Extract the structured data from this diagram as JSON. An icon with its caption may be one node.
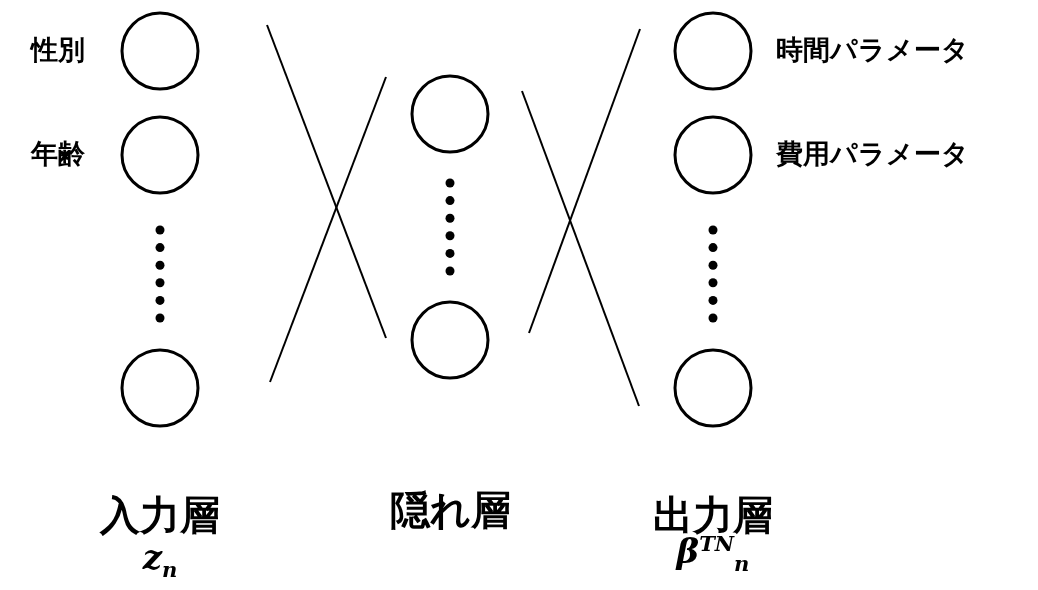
{
  "diagram": {
    "nodes": [
      {
        "text": [],
        "shape": "circle",
        "beside": [
          "性別"
        ]
      },
      {
        "text": [],
        "shape": "circle",
        "beside": [
          "年齢"
        ]
      },
      {
        "text": [],
        "shape": "circle"
      },
      {
        "text": [],
        "shape": "circle"
      },
      {
        "text": [],
        "shape": "circle"
      },
      {
        "text": [],
        "shape": "circle",
        "beside": [
          "時間パラメータ"
        ]
      },
      {
        "text": [],
        "shape": "circle",
        "beside": [
          "費用パラメータ"
        ]
      },
      {
        "text": [],
        "shape": "circle"
      }
    ],
    "labels": [
      "入力層",
      "隠れ層",
      "出力層",
      "z$_{n}$",
      "β$^{TN}$$_{n}$"
    ]
  }
}
